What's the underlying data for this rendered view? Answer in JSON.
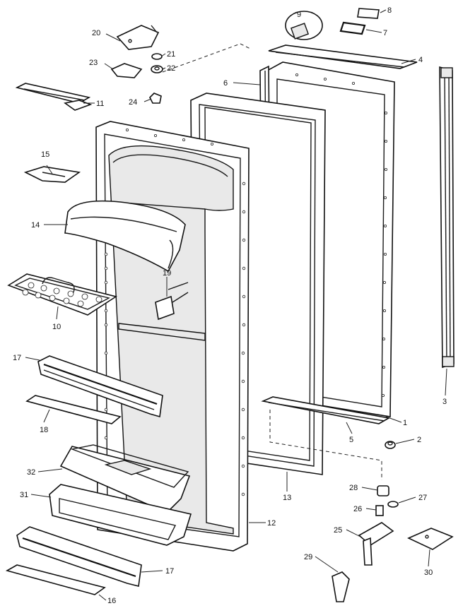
{
  "labels": {
    "p1": "1",
    "p2": "2",
    "p3": "3",
    "p4": "4",
    "p5": "5",
    "p6": "6",
    "p7": "7",
    "p8": "8",
    "p9": "9",
    "p10": "10",
    "p11": "11",
    "p12": "12",
    "p13": "13",
    "p14": "14",
    "p15": "15",
    "p16": "16",
    "p17a": "17",
    "p17b": "17",
    "p18": "18",
    "p19": "19",
    "p20": "20",
    "p21": "21",
    "p22": "22",
    "p23": "23",
    "p24": "24",
    "p25": "25",
    "p26": "26",
    "p27": "27",
    "p28": "28",
    "p29": "29",
    "p30": "30",
    "p31": "31",
    "p32": "32"
  }
}
